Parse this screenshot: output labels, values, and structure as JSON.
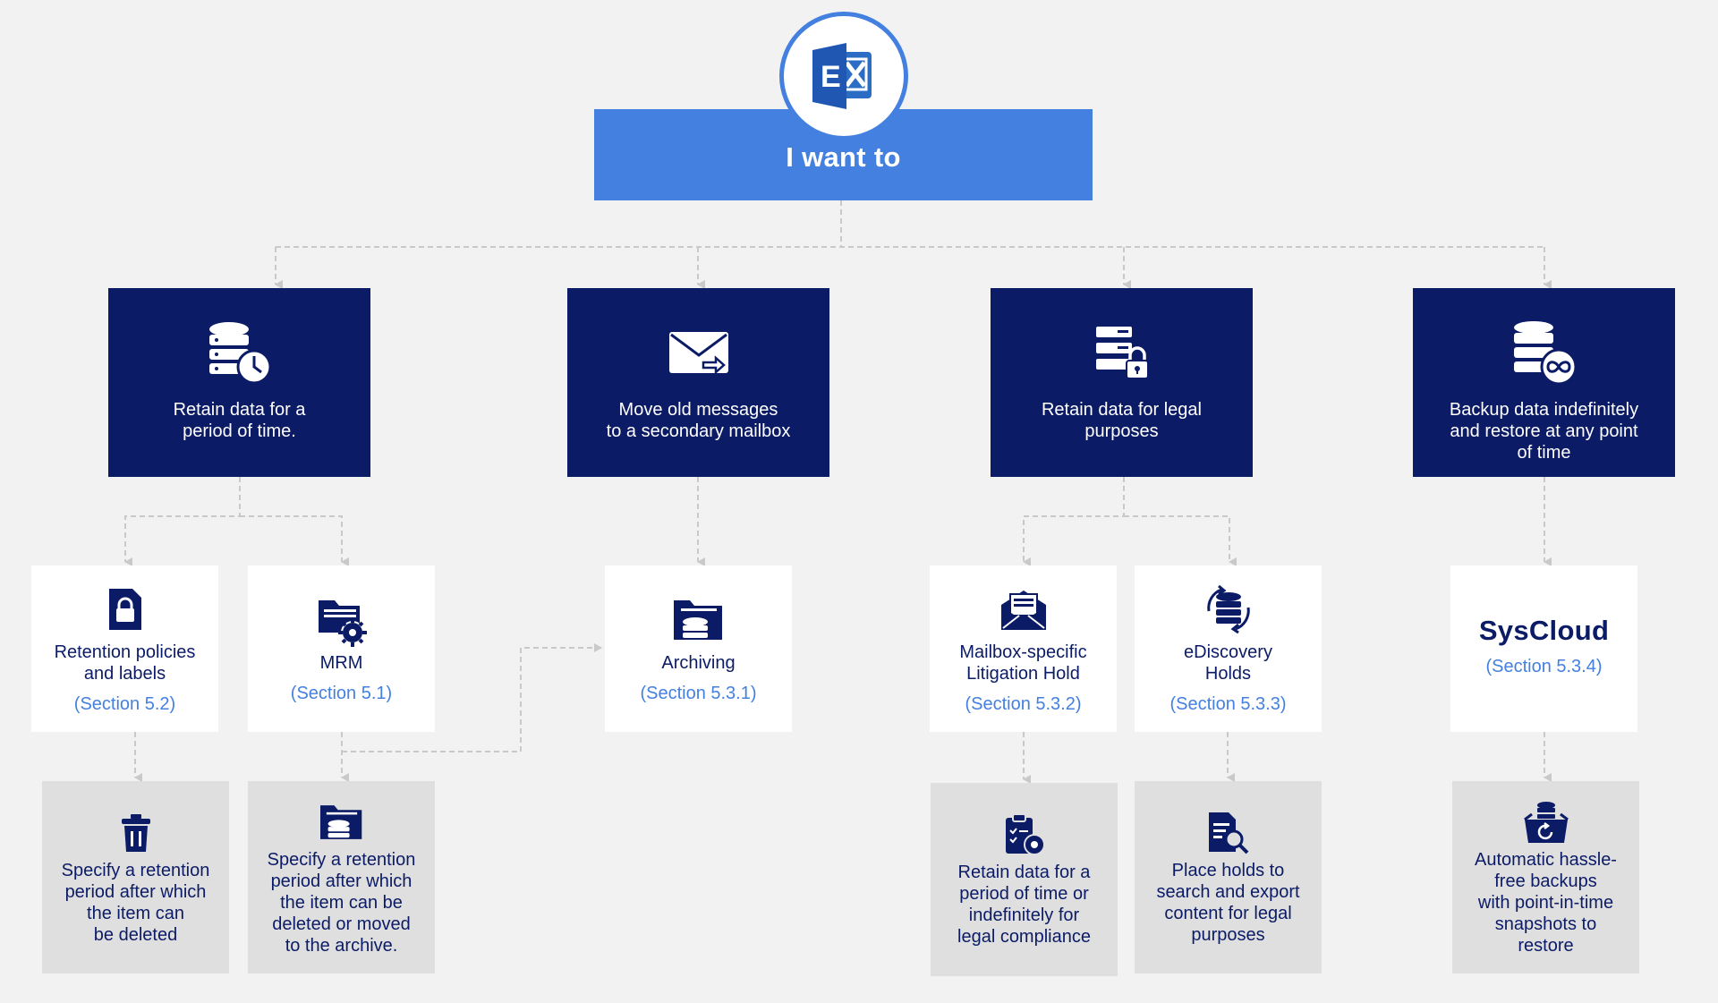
{
  "root": {
    "label": "I want to",
    "logo": "exchange-logo-icon"
  },
  "categories": [
    {
      "id": "retain-period",
      "label": "Retain data for a\nperiod of time.",
      "icon": "database-clock-icon"
    },
    {
      "id": "move-messages",
      "label": "Move old messages\nto a secondary mailbox",
      "icon": "envelope-arrow-icon"
    },
    {
      "id": "retain-legal",
      "label": "Retain data for legal\npurposes",
      "icon": "server-lock-icon"
    },
    {
      "id": "backup",
      "label": "Backup data indefinitely\nand restore at any point\nof time",
      "icon": "database-infinity-icon"
    }
  ],
  "solutions": [
    {
      "id": "retention-policies",
      "label": "Retention policies\nand labels",
      "section": "(Section 5.2)",
      "icon": "document-lock-icon"
    },
    {
      "id": "mrm",
      "label": "MRM",
      "section": "(Section 5.1)",
      "icon": "folder-gear-icon"
    },
    {
      "id": "archiving",
      "label": "Archiving",
      "section": "(Section 5.3.1)",
      "icon": "folder-database-icon"
    },
    {
      "id": "litigation-hold",
      "label": "Mailbox-specific\nLitigation Hold",
      "section": "(Section 5.3.2)",
      "icon": "mail-open-icon"
    },
    {
      "id": "ediscovery",
      "label": "eDiscovery\nHolds",
      "section": "(Section 5.3.3)",
      "icon": "database-sync-icon"
    },
    {
      "id": "syscloud",
      "brand": "SysCloud",
      "section": "(Section 5.3.4)"
    }
  ],
  "details": [
    {
      "id": "policies-detail",
      "label": "Specify a retention\nperiod after which\nthe item can\nbe deleted",
      "icon": "trash-icon"
    },
    {
      "id": "mrm-detail",
      "label": "Specify a retention\nperiod after which\nthe item can be\ndeleted or moved\nto the archive.",
      "icon": "folder-database-icon"
    },
    {
      "id": "litigation-detail",
      "label": "Retain data for a\nperiod of time or\nindefinitely for\nlegal compliance",
      "icon": "clipboard-gear-icon"
    },
    {
      "id": "ediscovery-detail",
      "label": "Place holds to\nsearch and export\ncontent for legal\npurposes",
      "icon": "document-search-icon"
    },
    {
      "id": "syscloud-detail",
      "label": "Automatic hassle-\nfree backups\nwith point-in-time\nsnapshots to\nrestore",
      "icon": "box-restore-icon"
    }
  ],
  "colors": {
    "navy": "#0b1b66",
    "blue": "#4480e0",
    "background": "#f2f2f2",
    "detail_bg": "#dfdfdf",
    "connector": "#c9c9c9"
  }
}
